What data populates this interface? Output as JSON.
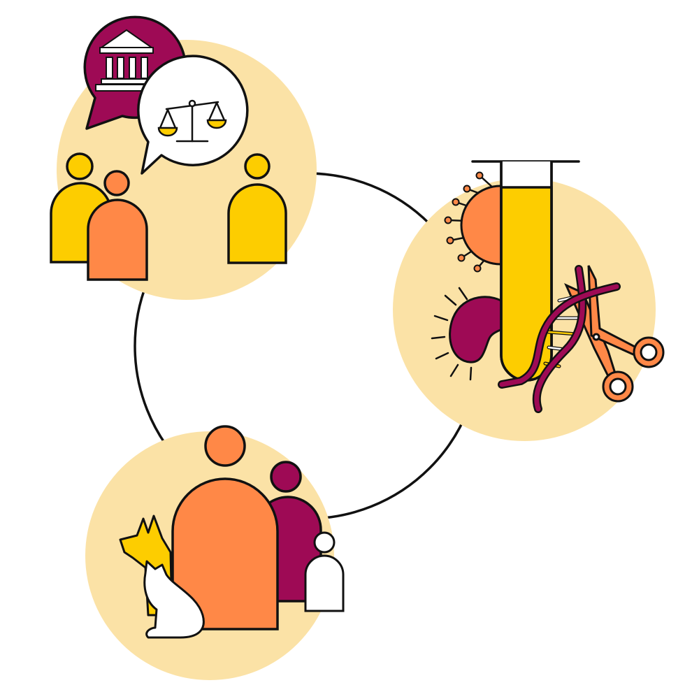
{
  "colors": {
    "background": "#ffffff",
    "circle_fill": "#FBE2A6",
    "outline": "#111111",
    "yellow": "#FDCD00",
    "orange": "#FF8847",
    "magenta": "#9E0A55",
    "white": "#ffffff"
  },
  "nodes": [
    {
      "id": "governance",
      "icons": [
        "institution-speech-icon",
        "scales-of-justice-speech-icon",
        "person-icon",
        "person-icon",
        "person-icon"
      ]
    },
    {
      "id": "science",
      "icons": [
        "virus-icon",
        "bacterium-icon",
        "test-tube-icon",
        "dna-helix-icon",
        "scissors-icon"
      ]
    },
    {
      "id": "community",
      "icons": [
        "person-icon",
        "person-icon",
        "child-icon",
        "dog-icon",
        "cat-icon"
      ]
    }
  ]
}
